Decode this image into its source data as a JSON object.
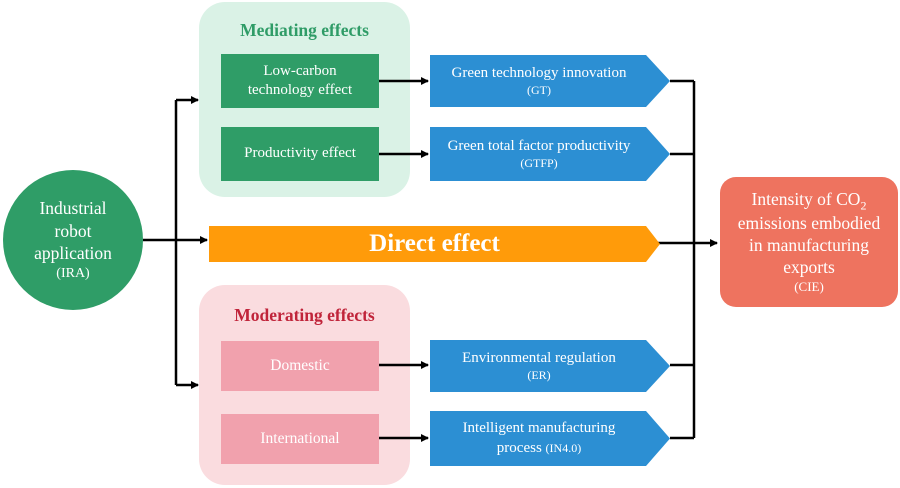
{
  "ira": {
    "label_lines": [
      "Industrial",
      "robot",
      "application"
    ],
    "abbr": "(IRA)"
  },
  "mediating": {
    "title": "Mediating effects",
    "items": [
      {
        "effect_lines": [
          "Low-carbon",
          "technology effect"
        ],
        "outcome": "Green technology innovation",
        "abbr": "(GT)"
      },
      {
        "effect_lines": [
          "Productivity effect"
        ],
        "outcome": "Green total factor productivity",
        "abbr": "(GTFP)"
      }
    ]
  },
  "direct": {
    "label": "Direct effect"
  },
  "moderating": {
    "title": "Moderating effects",
    "items": [
      {
        "effect": "Domestic",
        "outcome_lines": [
          "Environmental regulation"
        ],
        "abbr": "(ER)"
      },
      {
        "effect": "International",
        "outcome_lines": [
          "Intelligent manufacturing",
          "process"
        ],
        "abbr": "(IN4.0)"
      }
    ]
  },
  "cie": {
    "line1": "Intensity of CO",
    "line1_sub": "2",
    "line2": "emissions embodied",
    "line3": "in manufacturing",
    "line4": "exports",
    "abbr": "(CIE)"
  },
  "colors": {
    "green": "#2f9d67",
    "mediating_panel": "#daf2e6",
    "moderating_panel": "#fadcdf",
    "pink": "#f1a1ad",
    "blue": "#2c8fd3",
    "orange": "#ff9b0a",
    "salmon": "#ee735f",
    "mediating_title": "#2f9c67",
    "moderating_title": "#c0243a"
  }
}
